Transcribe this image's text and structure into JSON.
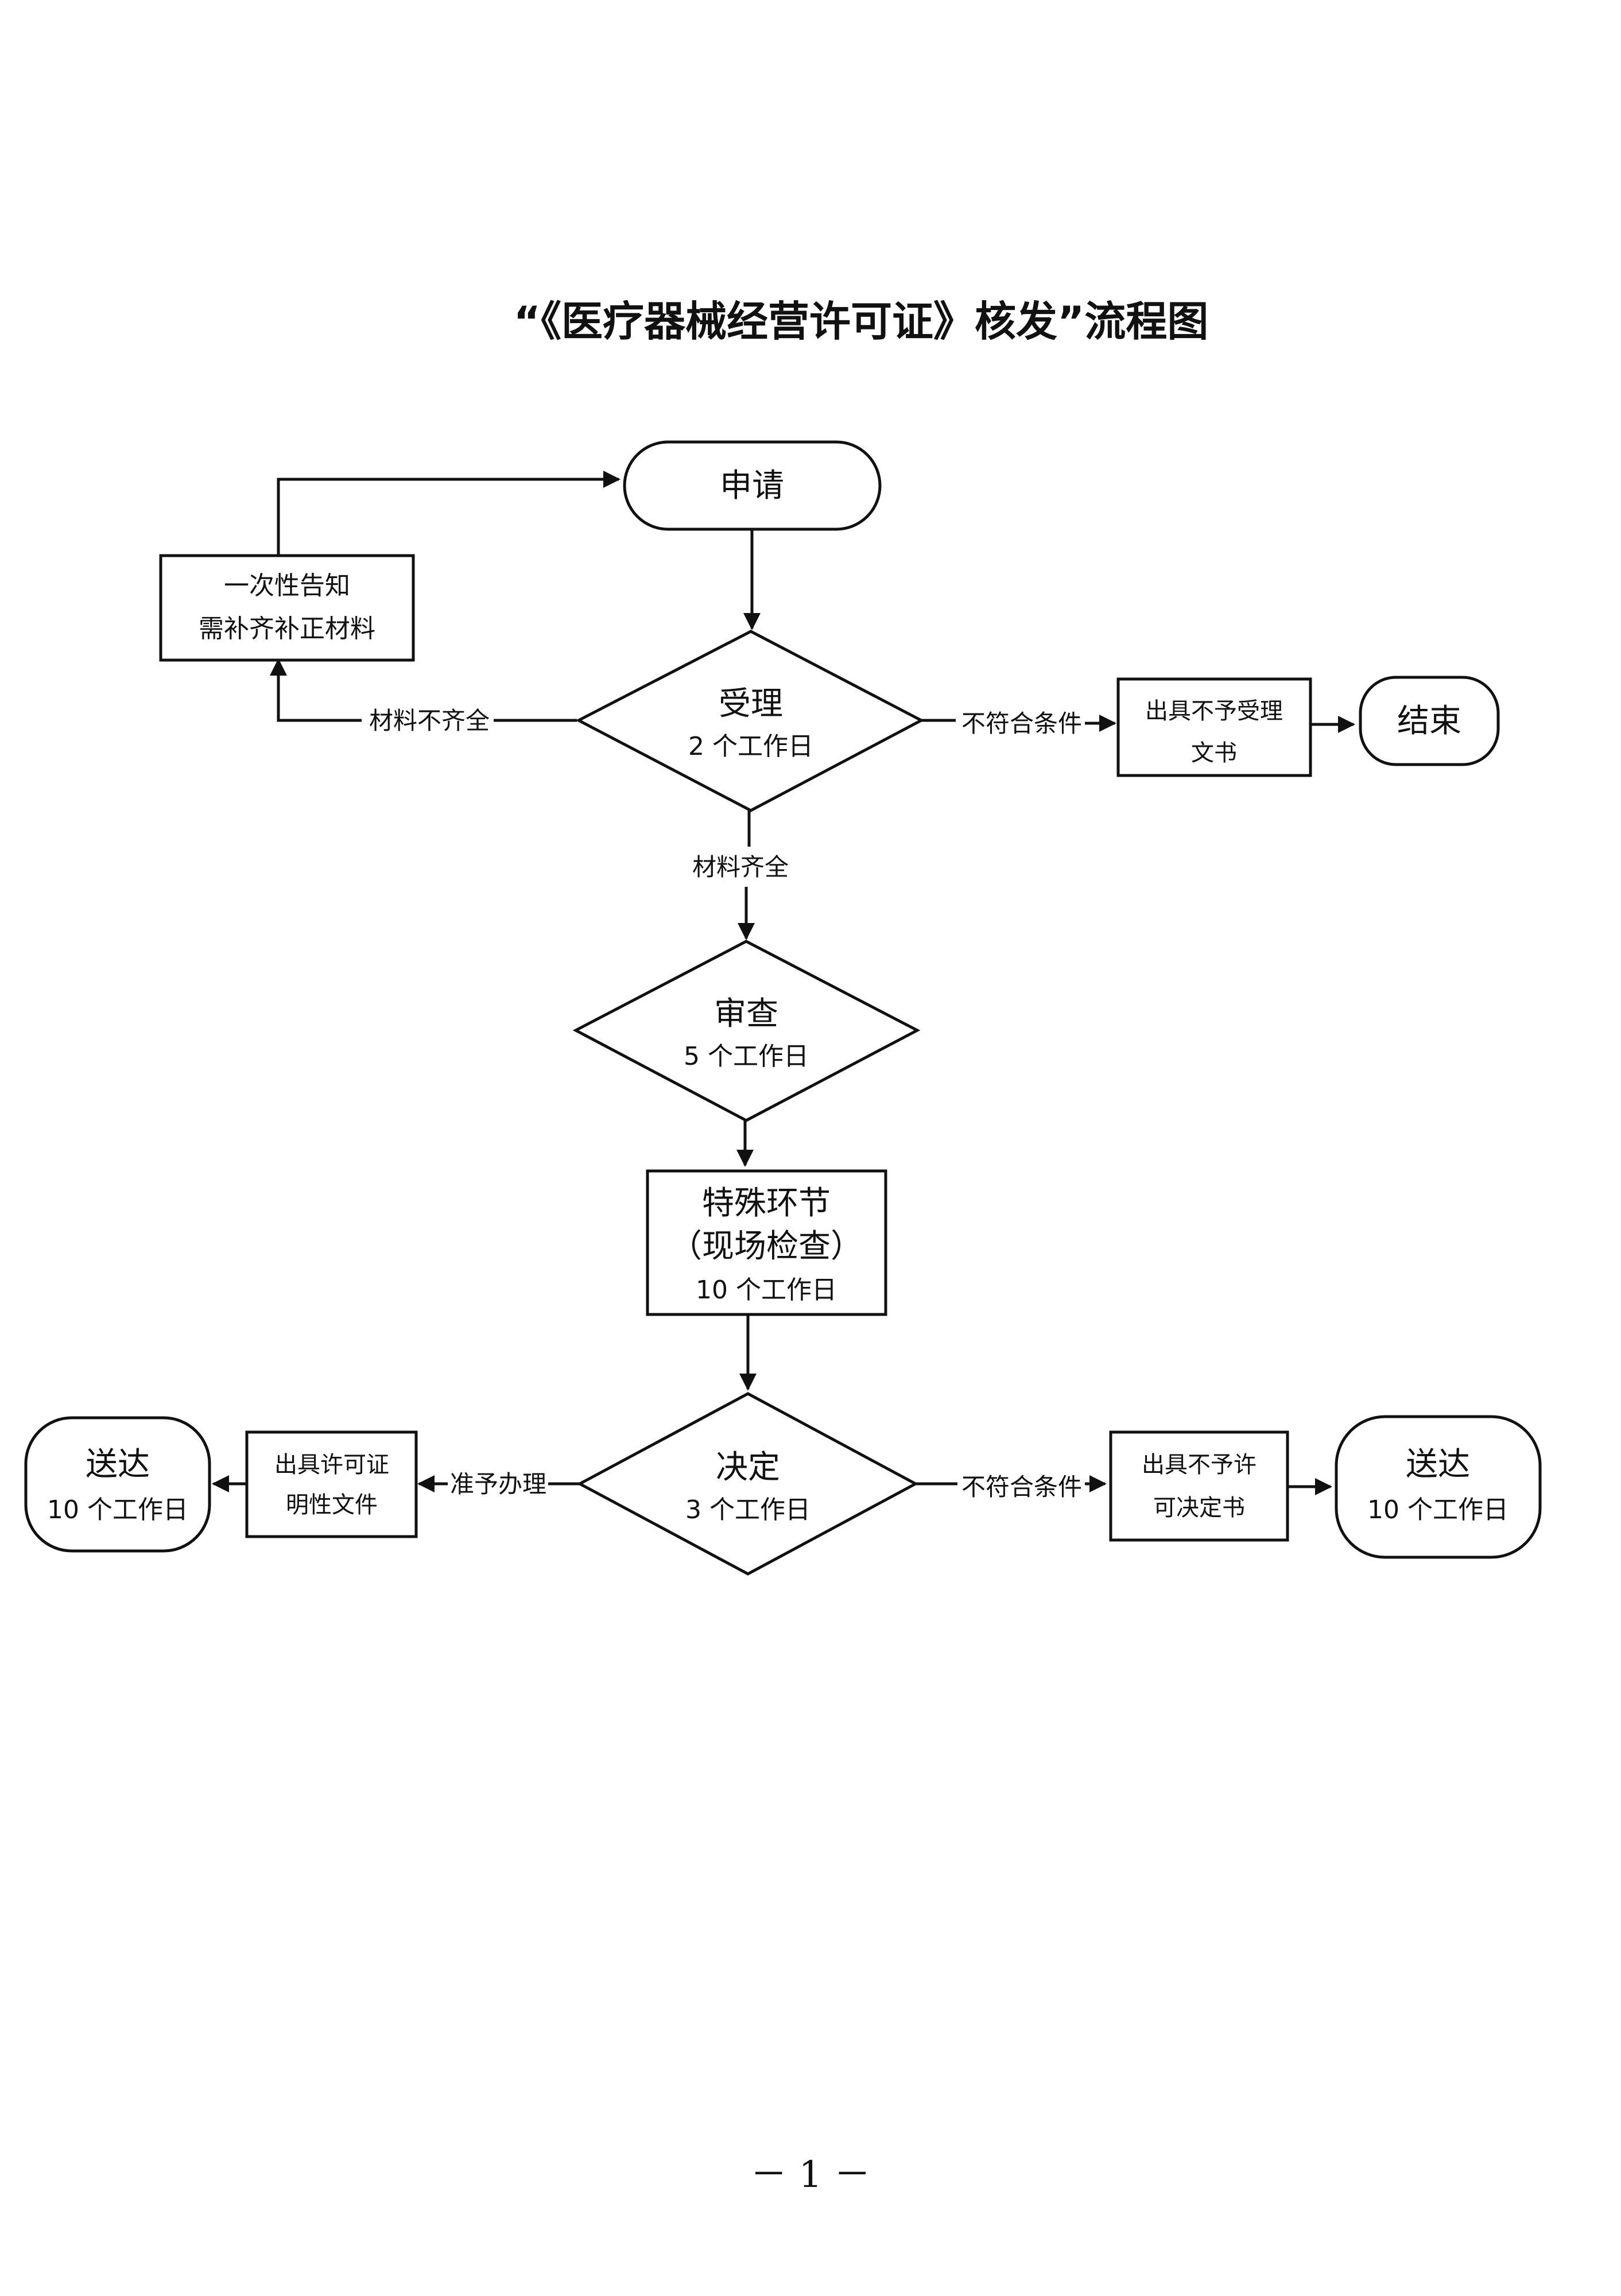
{
  "title": "“《医疗器械经营许可证》核发”流程图",
  "nodes": {
    "apply": "申请",
    "notice_line1": "一次性告知",
    "notice_line2": "需补齐补正材料",
    "accept_title": "受理",
    "accept_days": "2 个工作日",
    "reject_doc_line1": "出具不予受理",
    "reject_doc_line2": "文书",
    "end": "结束",
    "review_title": "审查",
    "review_days": "5 个工作日",
    "special_line1": "特殊环节",
    "special_line2": "（现场检查）",
    "special_days": "10 个工作日",
    "decision_title": "决定",
    "decision_days": "3 个工作日",
    "permit_doc_line1": "出具许可证",
    "permit_doc_line2": "明性文件",
    "deliver_left_title": "送达",
    "deliver_left_days": "10 个工作日",
    "deny_doc_line1": "出具不予许",
    "deny_doc_line2": "可决定书",
    "deliver_right_title": "送达",
    "deliver_right_days": "10 个工作日"
  },
  "edges": {
    "incomplete": "材料不齐全",
    "not_qualified_accept": "不符合条件",
    "complete": "材料齐全",
    "approve": "准予办理",
    "not_qualified_decision": "不符合条件"
  },
  "page_number": "－ 1 －"
}
